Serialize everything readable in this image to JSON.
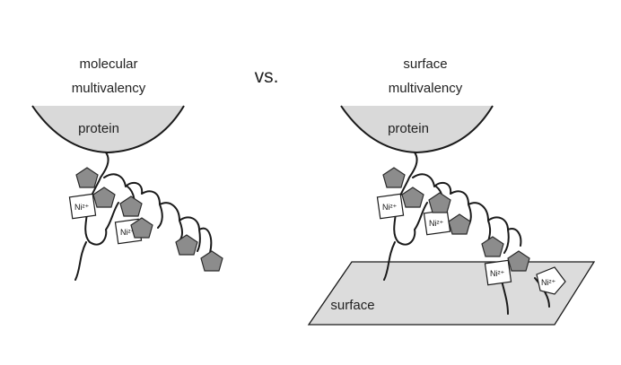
{
  "left_panel": {
    "title_line1": "molecular",
    "title_line2": "multivalency",
    "protein_label": "protein",
    "ni_label": "Ni²⁺"
  },
  "vs_label": "vs.",
  "right_panel": {
    "title_line1": "surface",
    "title_line2": "multivalency",
    "protein_label": "protein",
    "surface_label": "surface",
    "ni_label": "Ni²⁺"
  },
  "colors": {
    "protein_fill": "#d9d9d9",
    "pentagon_fill": "#8c8c8c",
    "surface_fill": "#dcdcdc"
  }
}
